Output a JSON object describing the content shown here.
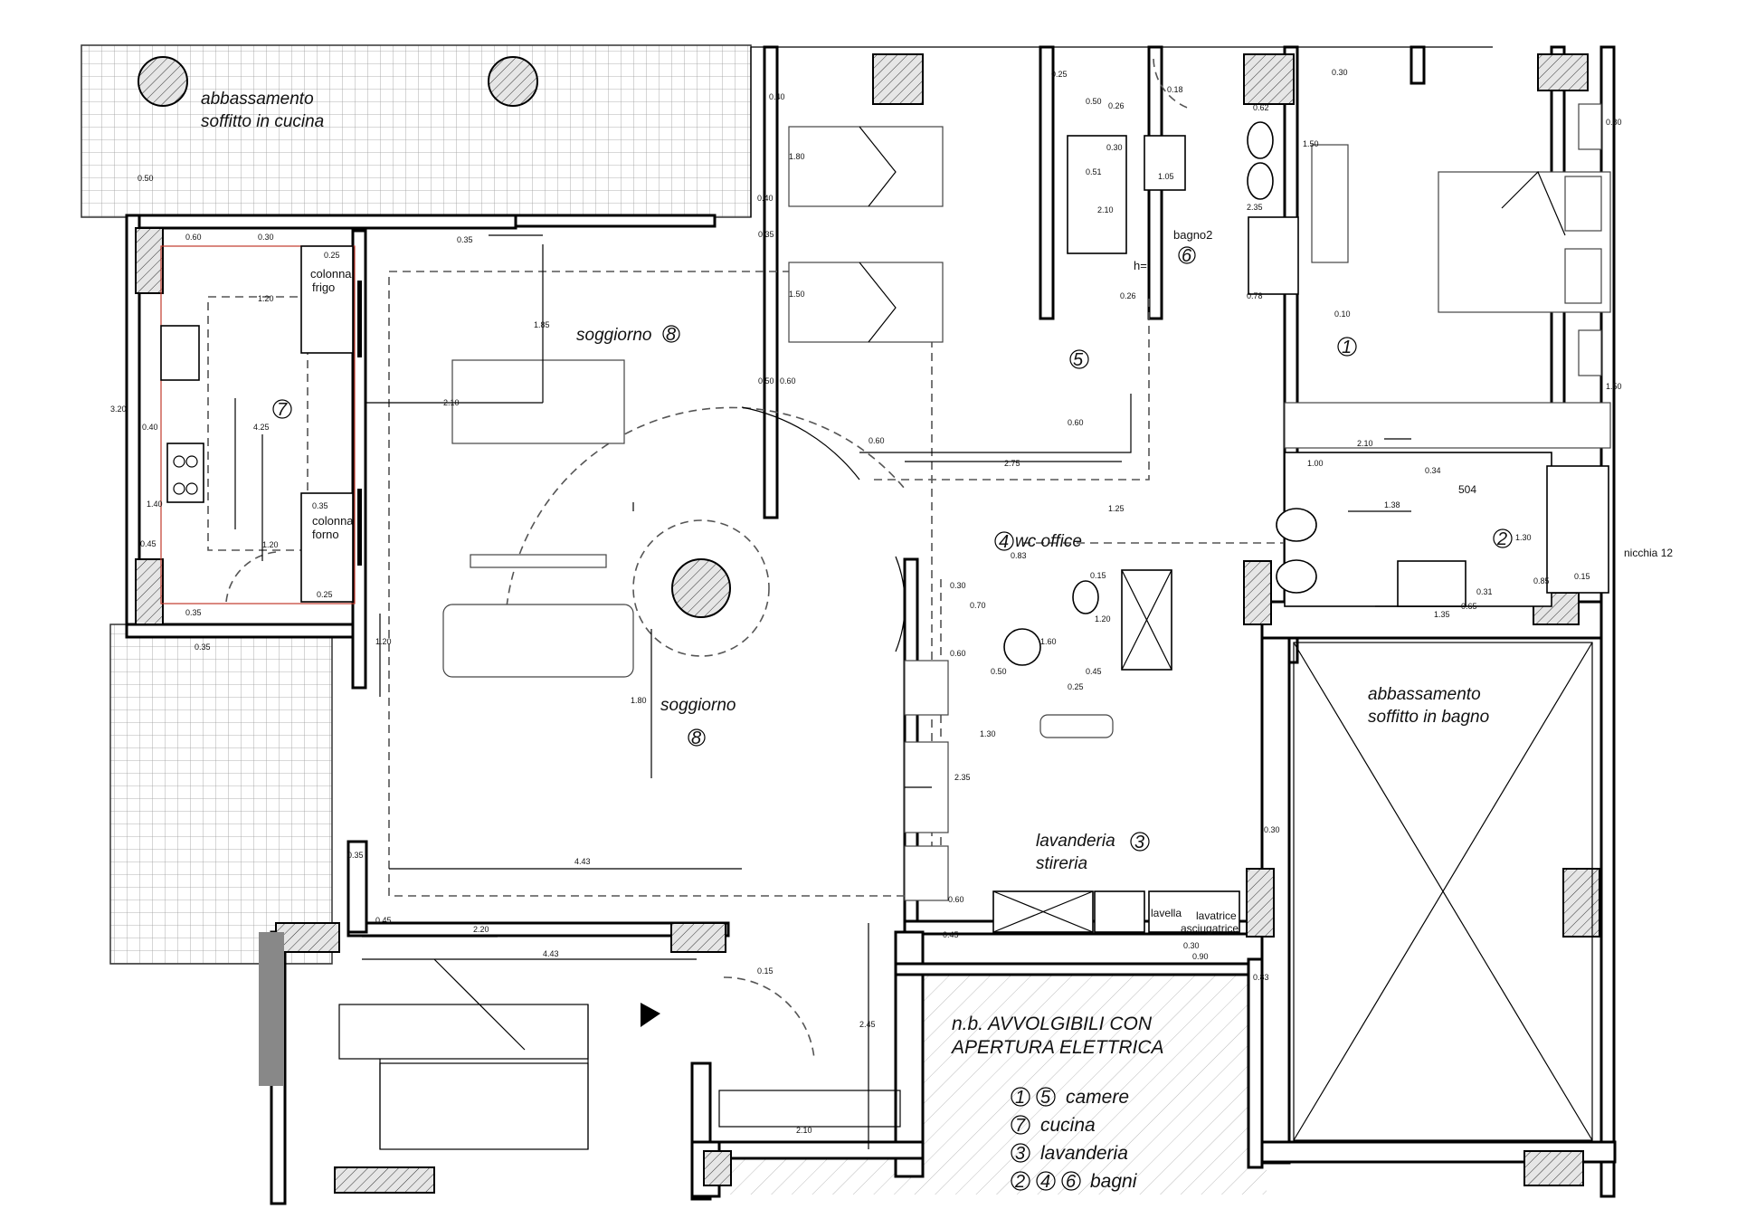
{
  "rooms": {
    "soggiorno_top": "soggiorno",
    "soggiorno_mid": "soggiorno",
    "num_soggiorno_top": "8",
    "num_soggiorno_mid": "8",
    "wc_office": "wc office",
    "num_wc": "4",
    "bagno2": "bagno2",
    "num_bagno2": "6",
    "num_bedroom5": "5",
    "num_bedroom1": "1",
    "num_bath2": "2",
    "num_kitchen": "7",
    "lavanderia": "lavanderia",
    "stireria": "stireria",
    "num_lavanderia": "3",
    "colonna_frigo": [
      "colonna",
      "frigo"
    ],
    "colonna_forno": [
      "colonna",
      "forno"
    ],
    "lavella": "lavella",
    "lavatrice": [
      "lavatrice",
      "asciugatrice"
    ],
    "nicchia": "nicchia 12",
    "hmark": "h=",
    "code504": "504"
  },
  "notes": {
    "cucina": [
      "abbassamento",
      "soffitto in cucina"
    ],
    "bagno": [
      "abbassamento",
      "soffitto in bagno"
    ],
    "avvolgibili": [
      "n.b. AVVOLGIBILI CON",
      "APERTURA ELETTRICA"
    ]
  },
  "legend": [
    {
      "nums": [
        "1",
        "5"
      ],
      "label": "camere"
    },
    {
      "nums": [
        "7"
      ],
      "label": "cucina"
    },
    {
      "nums": [
        "3"
      ],
      "label": "lavanderia"
    },
    {
      "nums": [
        "2",
        "4",
        "6"
      ],
      "label": "bagni"
    }
  ],
  "dims": {
    "d050a": "0.50",
    "d060": "0.60",
    "d030a": "0.30",
    "d025a": "0.25",
    "d120a": "1.20",
    "d035a": "0.35",
    "d185": "1.85",
    "d320": "3.20",
    "d040a": "0.40",
    "d425": "4.25",
    "d140": "1.40",
    "d045a": "0.45",
    "d035b": "0.35",
    "d120b": "1.20",
    "d025b": "0.25",
    "d035c": "0.35",
    "d035d": "0.35",
    "d210a": "2.10",
    "d040b": "0.40",
    "d035e": "0.35",
    "d040c": "0.40",
    "d180a": "1.80",
    "d150a": "1.50",
    "d025c": "0.25",
    "d050b": "0.50",
    "d026a": "0.26",
    "d030b": "0.30",
    "d051": "0.51",
    "d210b": "2.10",
    "d105": "1.05",
    "d026b": "0.26",
    "d018": "0.18",
    "d030c": "0.30",
    "d062": "0.62",
    "d150b": "1.50",
    "d235": "2.35",
    "d078": "0.78",
    "d010": "0.10",
    "d080": "0.80",
    "d150c": "1.50",
    "d050c": "0.50",
    "d060b": "0.60",
    "d060c": "0.60",
    "d060d": "0.60",
    "d275": "2.75",
    "d125": "1.25",
    "d210c": "2.10",
    "d100": "1.00",
    "d034": "0.34",
    "d138": "1.38",
    "d130a": "1.30",
    "d015a": "0.15",
    "d031": "0.31",
    "d085": "0.85",
    "d065": "0.65",
    "d135": "1.35",
    "d083a": "0.83",
    "d030d": "0.30",
    "d070": "0.70",
    "d015b": "0.15",
    "d120c": "1.20",
    "d160": "1.60",
    "d060e": "0.60",
    "d050d": "0.50",
    "d045b": "0.45",
    "d025d": "0.25",
    "d120d": "1.20",
    "d180b": "1.80",
    "d130b": "1.30",
    "d235b": "2.35",
    "d035f": "0.35",
    "d443a": "4.43",
    "d060f": "0.60",
    "d045c": "0.45",
    "d220": "2.20",
    "d443b": "4.43",
    "d045d": "0.45",
    "d030e": "0.30",
    "d090": "0.90",
    "d083b": "0.83",
    "d030f": "0.30",
    "d015c": "0.15",
    "d245": "2.45",
    "d210d": "2.10"
  }
}
